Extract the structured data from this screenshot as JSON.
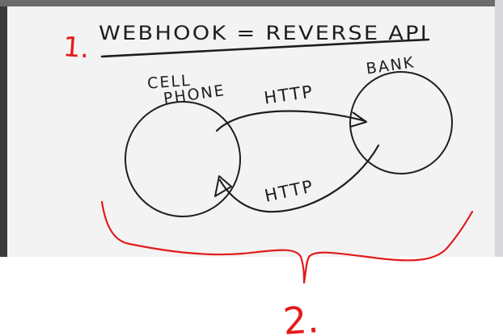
{
  "colors": {
    "whiteboard": "#f3f3f4",
    "marker": "#1e1e1e",
    "annotation": "#e31b1b",
    "frame_dark": "#3a3a3a",
    "page_background": "#ffffff"
  },
  "board": {
    "step_number": "1.",
    "title": "WEBHOOK = REVERSE API",
    "client_label_line1": "CELL",
    "client_label_line2": "PHONE",
    "server_label": "BANK",
    "request_arrow_label": "HTTP",
    "callback_arrow_label": "HTTP"
  },
  "annotation": {
    "step_number": "2."
  }
}
